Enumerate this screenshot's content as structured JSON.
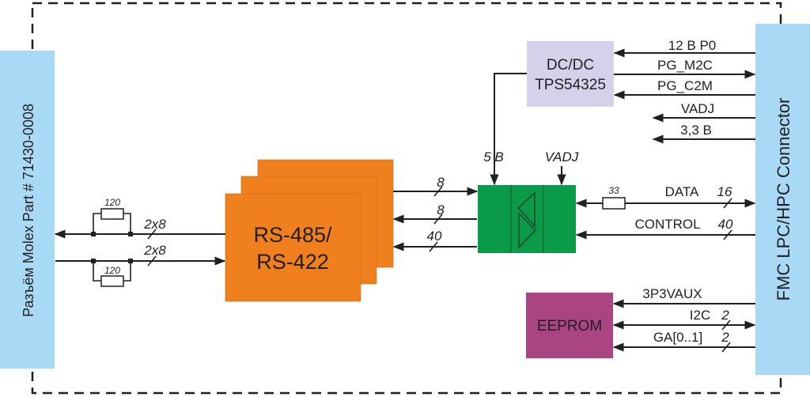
{
  "colors": {
    "connector": "#a8daf5",
    "rs485": "#f0801e",
    "buffer": "#0b9a48",
    "dcdc": "#d6d1ea",
    "eeprom": "#a94582",
    "line": "#231f20",
    "frame": "#231f20"
  },
  "left_connector": {
    "label": "Разъём Molex Part # 71430-0008"
  },
  "right_connector": {
    "label": "FMC LPC/HPC Connector"
  },
  "rs485_block": {
    "line1": "RS-485/",
    "line2": "RS-422"
  },
  "dcdc_block": {
    "line1": "DC/DC",
    "line2": "TPS54325"
  },
  "eeprom_block": {
    "label": "EEPROM"
  },
  "left_bus": {
    "top": {
      "width": "2x8",
      "resistor": "120"
    },
    "bottom": {
      "width": "2x8",
      "resistor": "120"
    }
  },
  "mid_bus": [
    {
      "width": "8",
      "direction": "to-buffer"
    },
    {
      "width": "8",
      "direction": "to-rs485"
    },
    {
      "width": "40",
      "direction": "to-rs485"
    }
  ],
  "buffer_power": {
    "left": "5 B",
    "right": "VADJ"
  },
  "power_signals": [
    {
      "name": "12 B P0",
      "direction": "to-dcdc"
    },
    {
      "name": "PG_M2C",
      "direction": "to-connector"
    },
    {
      "name": "PG_C2M",
      "direction": "to-dcdc"
    },
    {
      "name": "VADJ",
      "direction": "from-connector"
    },
    {
      "name": "3,3 B",
      "direction": "from-connector"
    }
  ],
  "data_signals": [
    {
      "name": "DATA",
      "width": "16",
      "resistor": "33",
      "direction": "bidirectional"
    },
    {
      "name": "CONTROL",
      "width": "40",
      "direction": "to-buffer"
    }
  ],
  "eeprom_signals": [
    {
      "name": "3P3VAUX",
      "width": "",
      "direction": "to-eeprom"
    },
    {
      "name": "I2C",
      "width": "2",
      "direction": "bidirectional"
    },
    {
      "name": "GA[0..1]",
      "width": "2",
      "direction": "to-eeprom"
    }
  ]
}
